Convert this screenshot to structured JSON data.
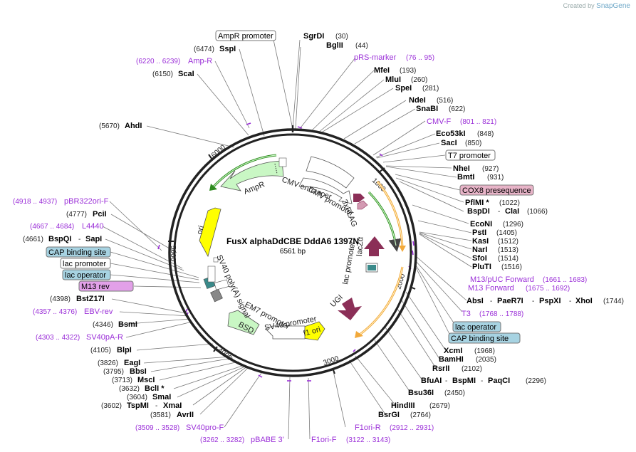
{
  "credit": {
    "prefix": "Created by",
    "brand": "SnapGene"
  },
  "plasmid": {
    "name": "FusX alphaDdCBE DddA6 1397N",
    "length": "6561 bp"
  },
  "ring_ticks": [
    "1000",
    "2000",
    "3000",
    "4000",
    "5000",
    "6000"
  ],
  "features": {
    "cmv_enhancer": "CMV enhancer",
    "cmv_promoter": "CMV promoter",
    "ampr": "AmpR",
    "ori": "ori",
    "flag": "3xFLAG",
    "lacz": "lacZα",
    "lac_promoter": "lac promoter",
    "ugi": "UGI",
    "f1ori": "f1 ori",
    "sv40_promoter": "SV40 promoter",
    "bsd": "BSD",
    "em7": "EM7 promoter",
    "sv40_polya": "SV40 poly(A) signal"
  },
  "labels": {
    "sgrdi": {
      "name": "SgrDI",
      "pos": "(30)"
    },
    "bglii": {
      "name": "BglII",
      "pos": "(44)"
    },
    "prs": {
      "name": "pRS-marker",
      "pos": "(76 .. 95)"
    },
    "mfei": {
      "name": "MfeI",
      "pos": "(193)"
    },
    "mlui": {
      "name": "MluI",
      "pos": "(260)"
    },
    "spei": {
      "name": "SpeI",
      "pos": "(281)"
    },
    "ndei": {
      "name": "NdeI",
      "pos": "(516)"
    },
    "snabi": {
      "name": "SnaBI",
      "pos": "(622)"
    },
    "cmvf": {
      "name": "CMV-F",
      "pos": "(801 .. 821)"
    },
    "eco53ki": {
      "name": "Eco53kI",
      "pos": "(848)"
    },
    "saci": {
      "name": "SacI",
      "pos": "(850)"
    },
    "t7": {
      "name": "T7 promoter"
    },
    "nhei": {
      "name": "NheI",
      "pos": "(927)"
    },
    "bmti": {
      "name": "BmtI",
      "pos": "(931)"
    },
    "cox8": {
      "name": "COX8 presequence"
    },
    "pflmi": {
      "name": "PflMI *",
      "pos": "(1022)"
    },
    "bspdi": {
      "name": "BspDI",
      "sep": "-",
      "name2": "ClaI",
      "pos": "(1066)"
    },
    "econi": {
      "name": "EcoNI",
      "pos": "(1296)"
    },
    "psti": {
      "name": "PstI",
      "pos": "(1405)"
    },
    "kasi": {
      "name": "KasI",
      "pos": "(1512)"
    },
    "nari": {
      "name": "NarI",
      "pos": "(1513)"
    },
    "sfoi": {
      "name": "SfoI",
      "pos": "(1514)"
    },
    "pluti": {
      "name": "PluTI",
      "pos": "(1516)"
    },
    "m13puc": {
      "name": "M13/pUC Forward",
      "pos": "(1661 .. 1683)"
    },
    "m13fwd": {
      "name": "M13 Forward",
      "pos": "(1675 .. 1692)"
    },
    "absi": {
      "name": "AbsI",
      "sep1": "-",
      "name2": "PaeR7I",
      "sep2": "-",
      "name3": "PspXI",
      "sep3": "-",
      "name4": "XhoI",
      "pos": "(1744)"
    },
    "t3": {
      "name": "T3",
      "pos": "(1768 .. 1788)"
    },
    "lacop_r": {
      "name": "lac operator"
    },
    "cap_r": {
      "name": "CAP binding site"
    },
    "xcmi": {
      "name": "XcmI",
      "pos": "(1968)"
    },
    "bamhi": {
      "name": "BamHI",
      "pos": "(2035)"
    },
    "rsrii": {
      "name": "RsrII",
      "pos": "(2102)"
    },
    "bfuai": {
      "name": "BfuAI",
      "sep1": "-",
      "name2": "BspMI",
      "sep2": "-",
      "name3": "PaqCI",
      "pos": "(2296)"
    },
    "bsu36i": {
      "name": "Bsu36I",
      "pos": "(2450)"
    },
    "hindiii": {
      "name": "HindIII",
      "pos": "(2679)"
    },
    "bsrgi": {
      "name": "BsrGI",
      "pos": "(2764)"
    },
    "f1orir": {
      "name": "F1ori-R",
      "pos": "(2912 .. 2931)"
    },
    "f1orif": {
      "name": "F1ori-F",
      "pos": "(3122 .. 3143)"
    },
    "pbabe": {
      "name": "pBABE 3'",
      "pos": "(3262 .. 3282)"
    },
    "sv40pro": {
      "name": "SV40pro-F",
      "pos": "(3509 .. 3528)"
    },
    "avrii": {
      "name": "AvrII",
      "pos": "(3581)"
    },
    "tspmi": {
      "name": "TspMI",
      "sep": "-",
      "name2": "XmaI",
      "pos": "(3602)"
    },
    "smai": {
      "name": "SmaI",
      "pos": "(3604)"
    },
    "bcli": {
      "name": "BclI *",
      "pos": "(3632)"
    },
    "msci": {
      "name": "MscI",
      "pos": "(3713)"
    },
    "bbsi": {
      "name": "BbsI",
      "pos": "(3795)"
    },
    "eagi": {
      "name": "EagI",
      "pos": "(3826)"
    },
    "blpi": {
      "name": "BlpI",
      "pos": "(4105)"
    },
    "sv40par": {
      "name": "SV40pA-R",
      "pos": "(4303 .. 4322)"
    },
    "bsmi": {
      "name": "BsmI",
      "pos": "(4346)"
    },
    "ebvrev": {
      "name": "EBV-rev",
      "pos": "(4357 .. 4376)"
    },
    "bstz17i": {
      "name": "BstZ17I",
      "pos": "(4398)"
    },
    "m13rev": {
      "name": "M13 rev"
    },
    "lacop_l": {
      "name": "lac operator"
    },
    "lacprom_l": {
      "name": "lac promoter"
    },
    "cap_l": {
      "name": "CAP binding site"
    },
    "bspqi": {
      "name": "BspQI",
      "sep": "-",
      "name2": "SapI",
      "pos": "(4661)"
    },
    "l4440": {
      "name": "L4440",
      "pos": "(4667 .. 4684)"
    },
    "pcii": {
      "name": "PciI",
      "pos": "(4777)"
    },
    "pbr322": {
      "name": "pBR322ori-F",
      "pos": "(4918 .. 4937)"
    },
    "ahdi": {
      "name": "AhdI",
      "pos": "(5670)"
    },
    "scai": {
      "name": "ScaI",
      "pos": "(6150)"
    },
    "ampr_p": {
      "name": "Amp-R",
      "pos": "(6220 .. 6239)"
    },
    "sspi": {
      "name": "SspI",
      "pos": "(6474)"
    },
    "ampr_prom": {
      "name": "AmpR promoter"
    }
  },
  "colors": {
    "backbone": "#222222",
    "ampr": "#c9f7c4",
    "ori": "#ffff00",
    "f1ori": "#ffff00",
    "bsd": "#c9f7c4",
    "flag": "#8b2f57",
    "lacz": "#8b2f57",
    "ugi": "#8b2f57",
    "orf_orange": "#f2a93b",
    "orf_green": "#2d8a1e",
    "primer": "#9b30d8",
    "lac_operator_fill": "#a7d3e2",
    "cap_fill": "#a7d3e2",
    "m13rev_fill": "#e2a0e8",
    "cox8_fill": "#e8b4c8"
  }
}
